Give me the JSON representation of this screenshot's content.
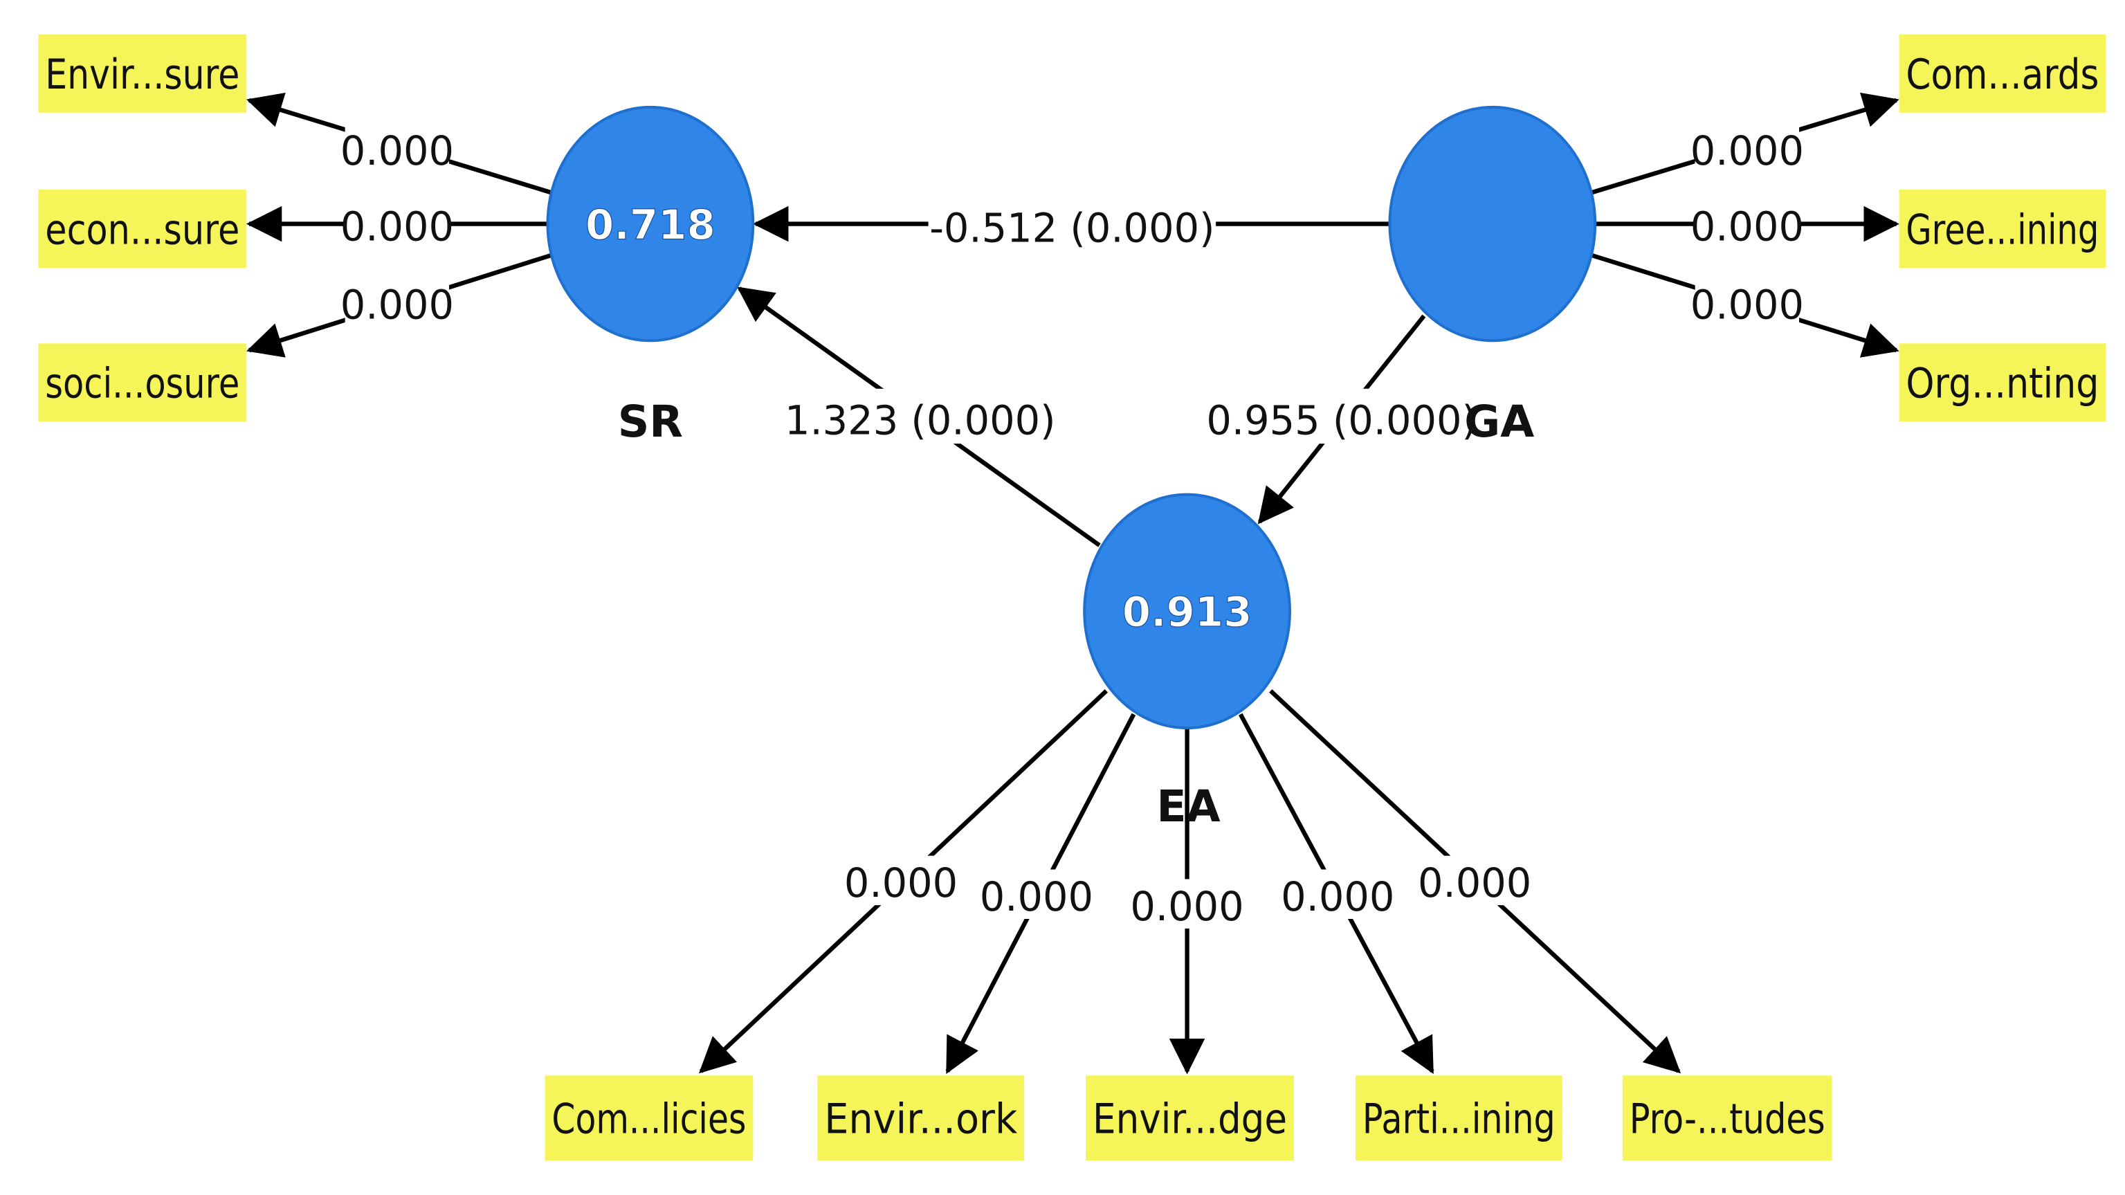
{
  "diagram": {
    "type": "structural-equation-path-model",
    "colors": {
      "construct_fill": "#2f86e8",
      "indicator_fill": "#f5f55a",
      "line": "#000000",
      "background": "#ffffff"
    },
    "constructs": [
      {
        "id": "SR",
        "name": "SR",
        "r_squared": "0.718"
      },
      {
        "id": "GA",
        "name": "GA",
        "r_squared": ""
      },
      {
        "id": "EA",
        "name": "EA",
        "r_squared": "0.913"
      }
    ],
    "structural_paths": [
      {
        "from": "GA",
        "to": "SR",
        "label": "-0.512 (0.000)"
      },
      {
        "from": "EA",
        "to": "SR",
        "label": "1.323 (0.000)"
      },
      {
        "from": "GA",
        "to": "EA",
        "label": "0.955 (0.000)"
      }
    ],
    "indicators": {
      "SR": [
        {
          "label": "Envir...sure",
          "loading": "0.000"
        },
        {
          "label": "econ...sure",
          "loading": "0.000"
        },
        {
          "label": "soci...osure",
          "loading": "0.000"
        }
      ],
      "GA": [
        {
          "label": "Com...ards",
          "loading": "0.000"
        },
        {
          "label": "Gree...ining",
          "loading": "0.000"
        },
        {
          "label": "Org...nting",
          "loading": "0.000"
        }
      ],
      "EA": [
        {
          "label": "Com...licies",
          "loading": "0.000"
        },
        {
          "label": "Envir...ork",
          "loading": "0.000"
        },
        {
          "label": "Envir...dge",
          "loading": "0.000"
        },
        {
          "label": "Parti...ining",
          "loading": "0.000"
        },
        {
          "label": "Pro-...tudes",
          "loading": "0.000"
        }
      ]
    }
  }
}
